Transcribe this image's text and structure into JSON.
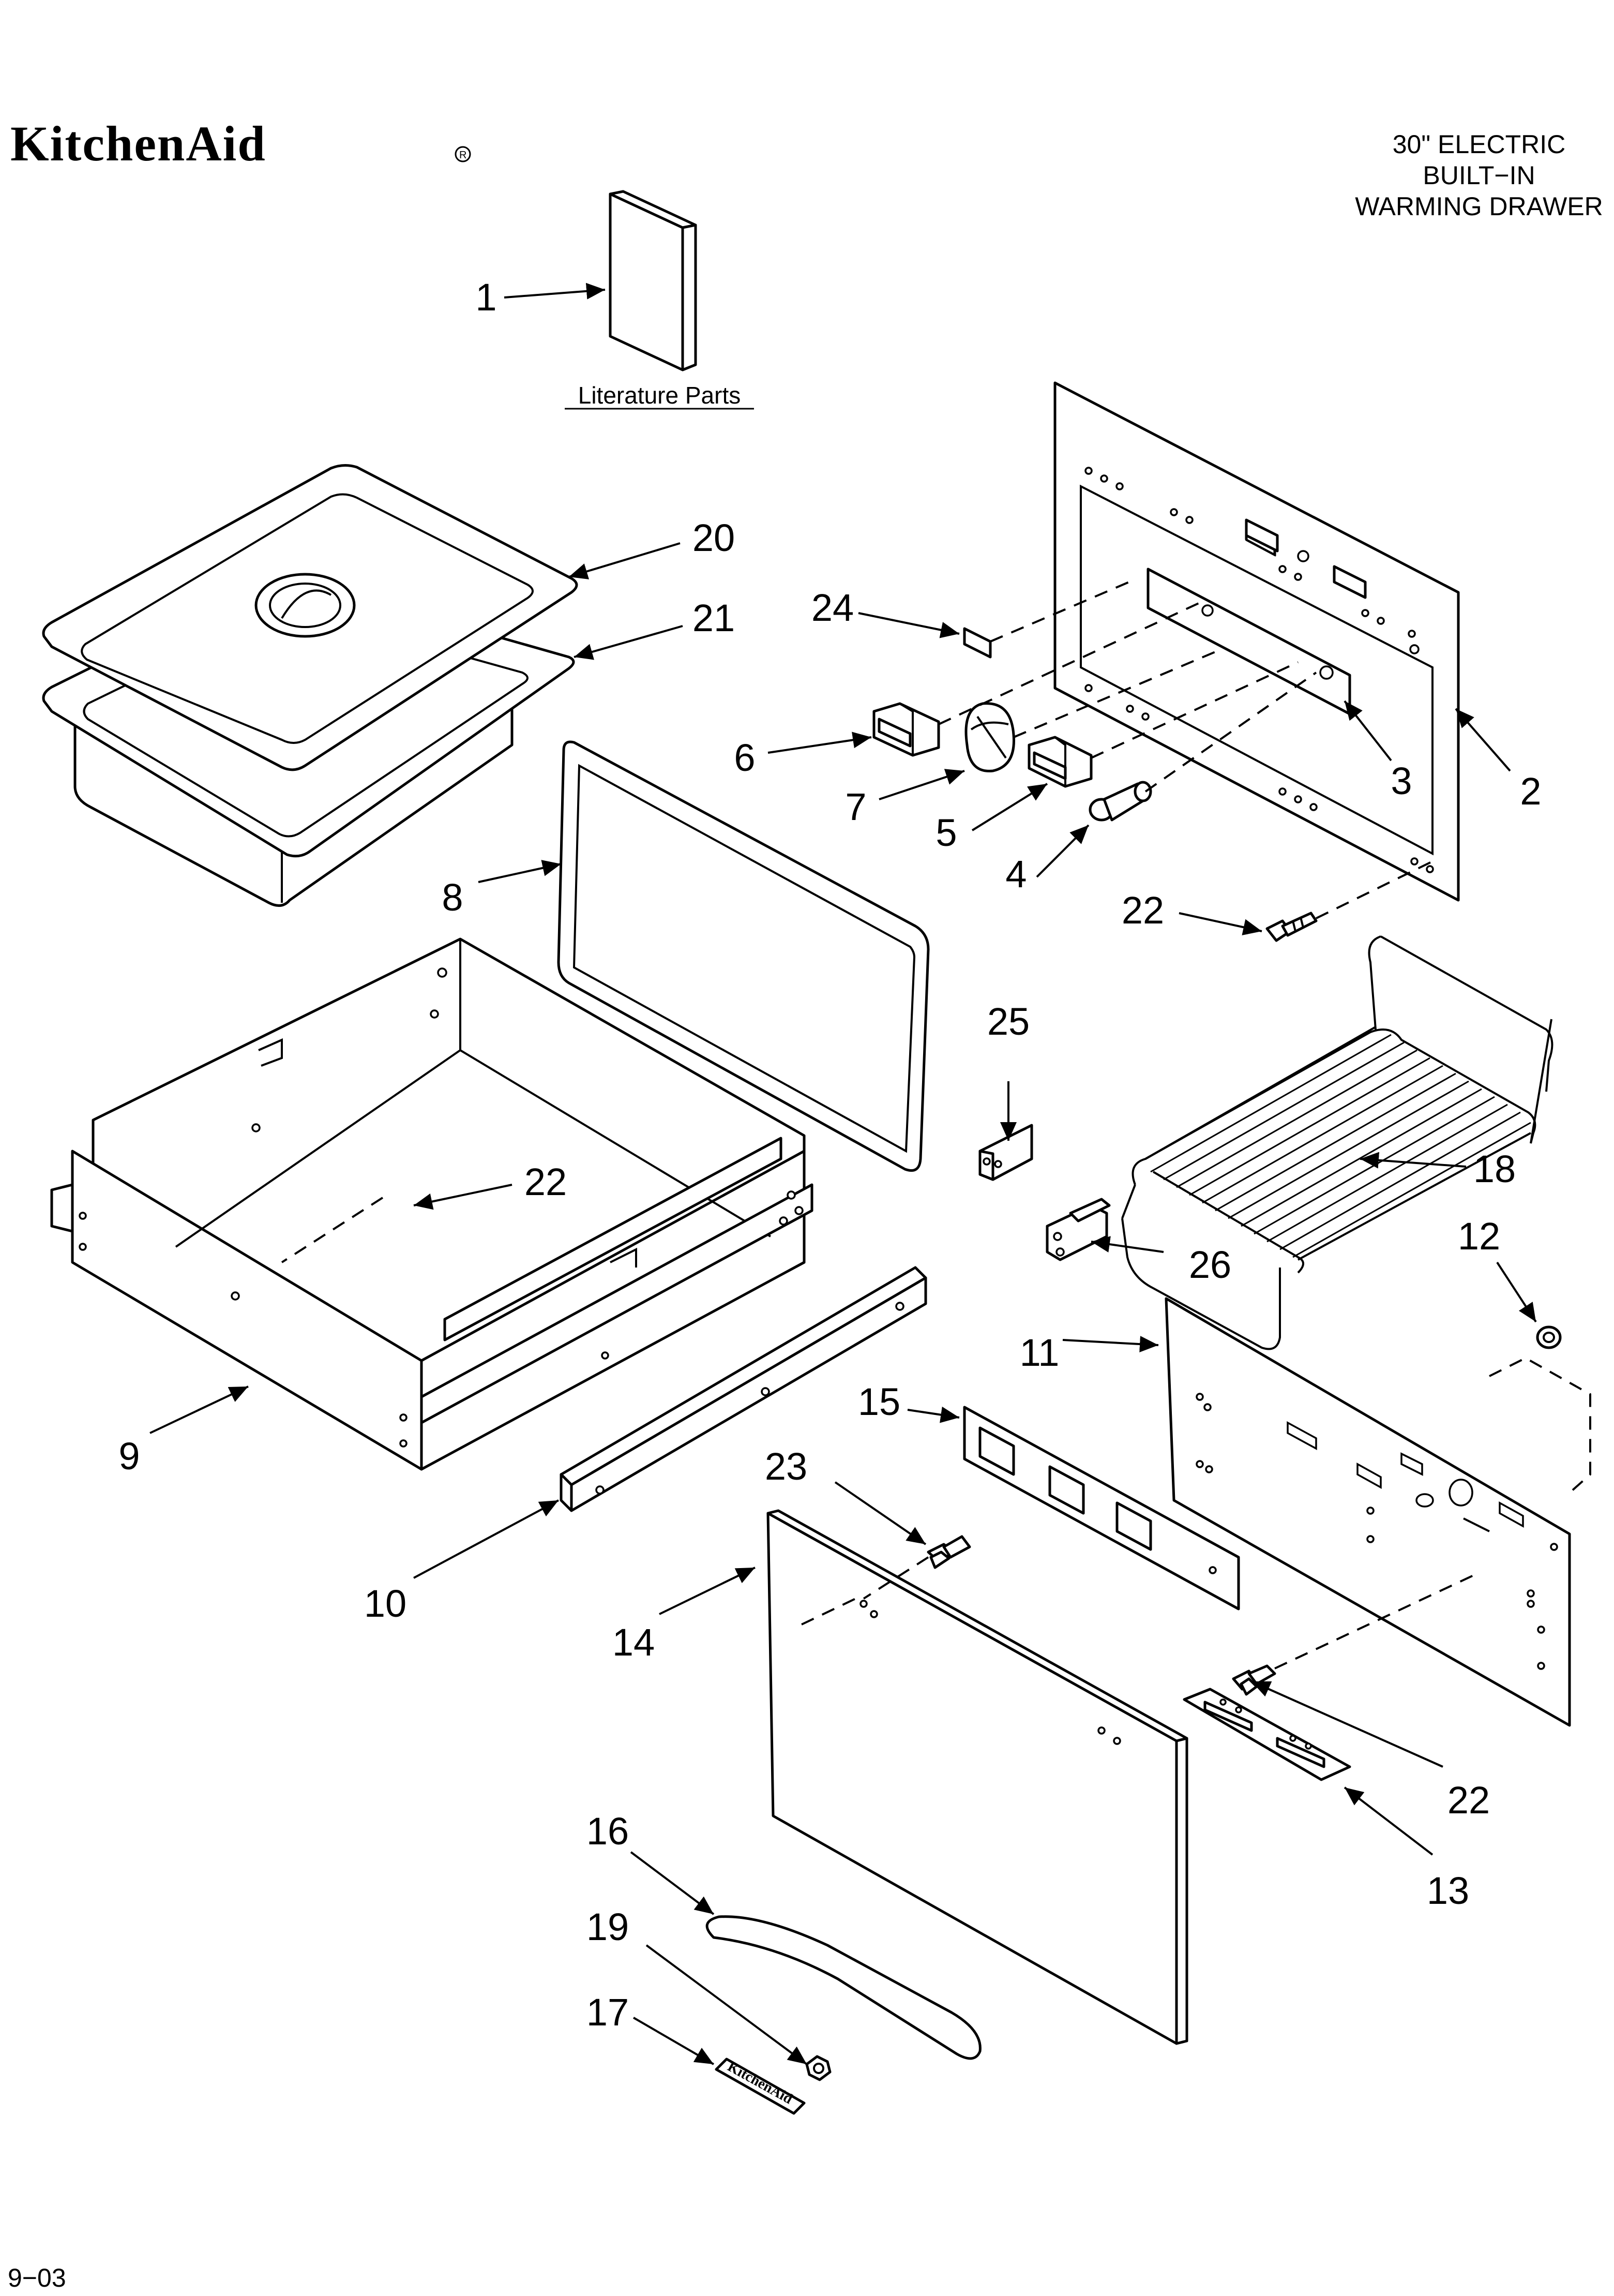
{
  "brand": "KitchenAid",
  "title_lines": [
    "30\" ELECTRIC",
    "BUILT−IN",
    "WARMING DRAWER"
  ],
  "literature_label": "Literature Parts",
  "footer_code": "9−03",
  "handle_logo": "KitchenAid",
  "callouts": [
    {
      "id": "c1",
      "label": "1"
    },
    {
      "id": "c2",
      "label": "2"
    },
    {
      "id": "c3",
      "label": "3"
    },
    {
      "id": "c4",
      "label": "4"
    },
    {
      "id": "c5",
      "label": "5"
    },
    {
      "id": "c6",
      "label": "6"
    },
    {
      "id": "c7",
      "label": "7"
    },
    {
      "id": "c8",
      "label": "8"
    },
    {
      "id": "c9",
      "label": "9"
    },
    {
      "id": "c10",
      "label": "10"
    },
    {
      "id": "c11",
      "label": "11"
    },
    {
      "id": "c12",
      "label": "12"
    },
    {
      "id": "c13",
      "label": "13"
    },
    {
      "id": "c14",
      "label": "14"
    },
    {
      "id": "c15",
      "label": "15"
    },
    {
      "id": "c16",
      "label": "16"
    },
    {
      "id": "c17",
      "label": "17"
    },
    {
      "id": "c18",
      "label": "18"
    },
    {
      "id": "c19",
      "label": "19"
    },
    {
      "id": "c20",
      "label": "20"
    },
    {
      "id": "c21",
      "label": "21"
    },
    {
      "id": "c22a",
      "label": "22"
    },
    {
      "id": "c22b",
      "label": "22"
    },
    {
      "id": "c22c",
      "label": "22"
    },
    {
      "id": "c23",
      "label": "23"
    },
    {
      "id": "c24",
      "label": "24"
    },
    {
      "id": "c25",
      "label": "25"
    },
    {
      "id": "c26",
      "label": "26"
    }
  ]
}
